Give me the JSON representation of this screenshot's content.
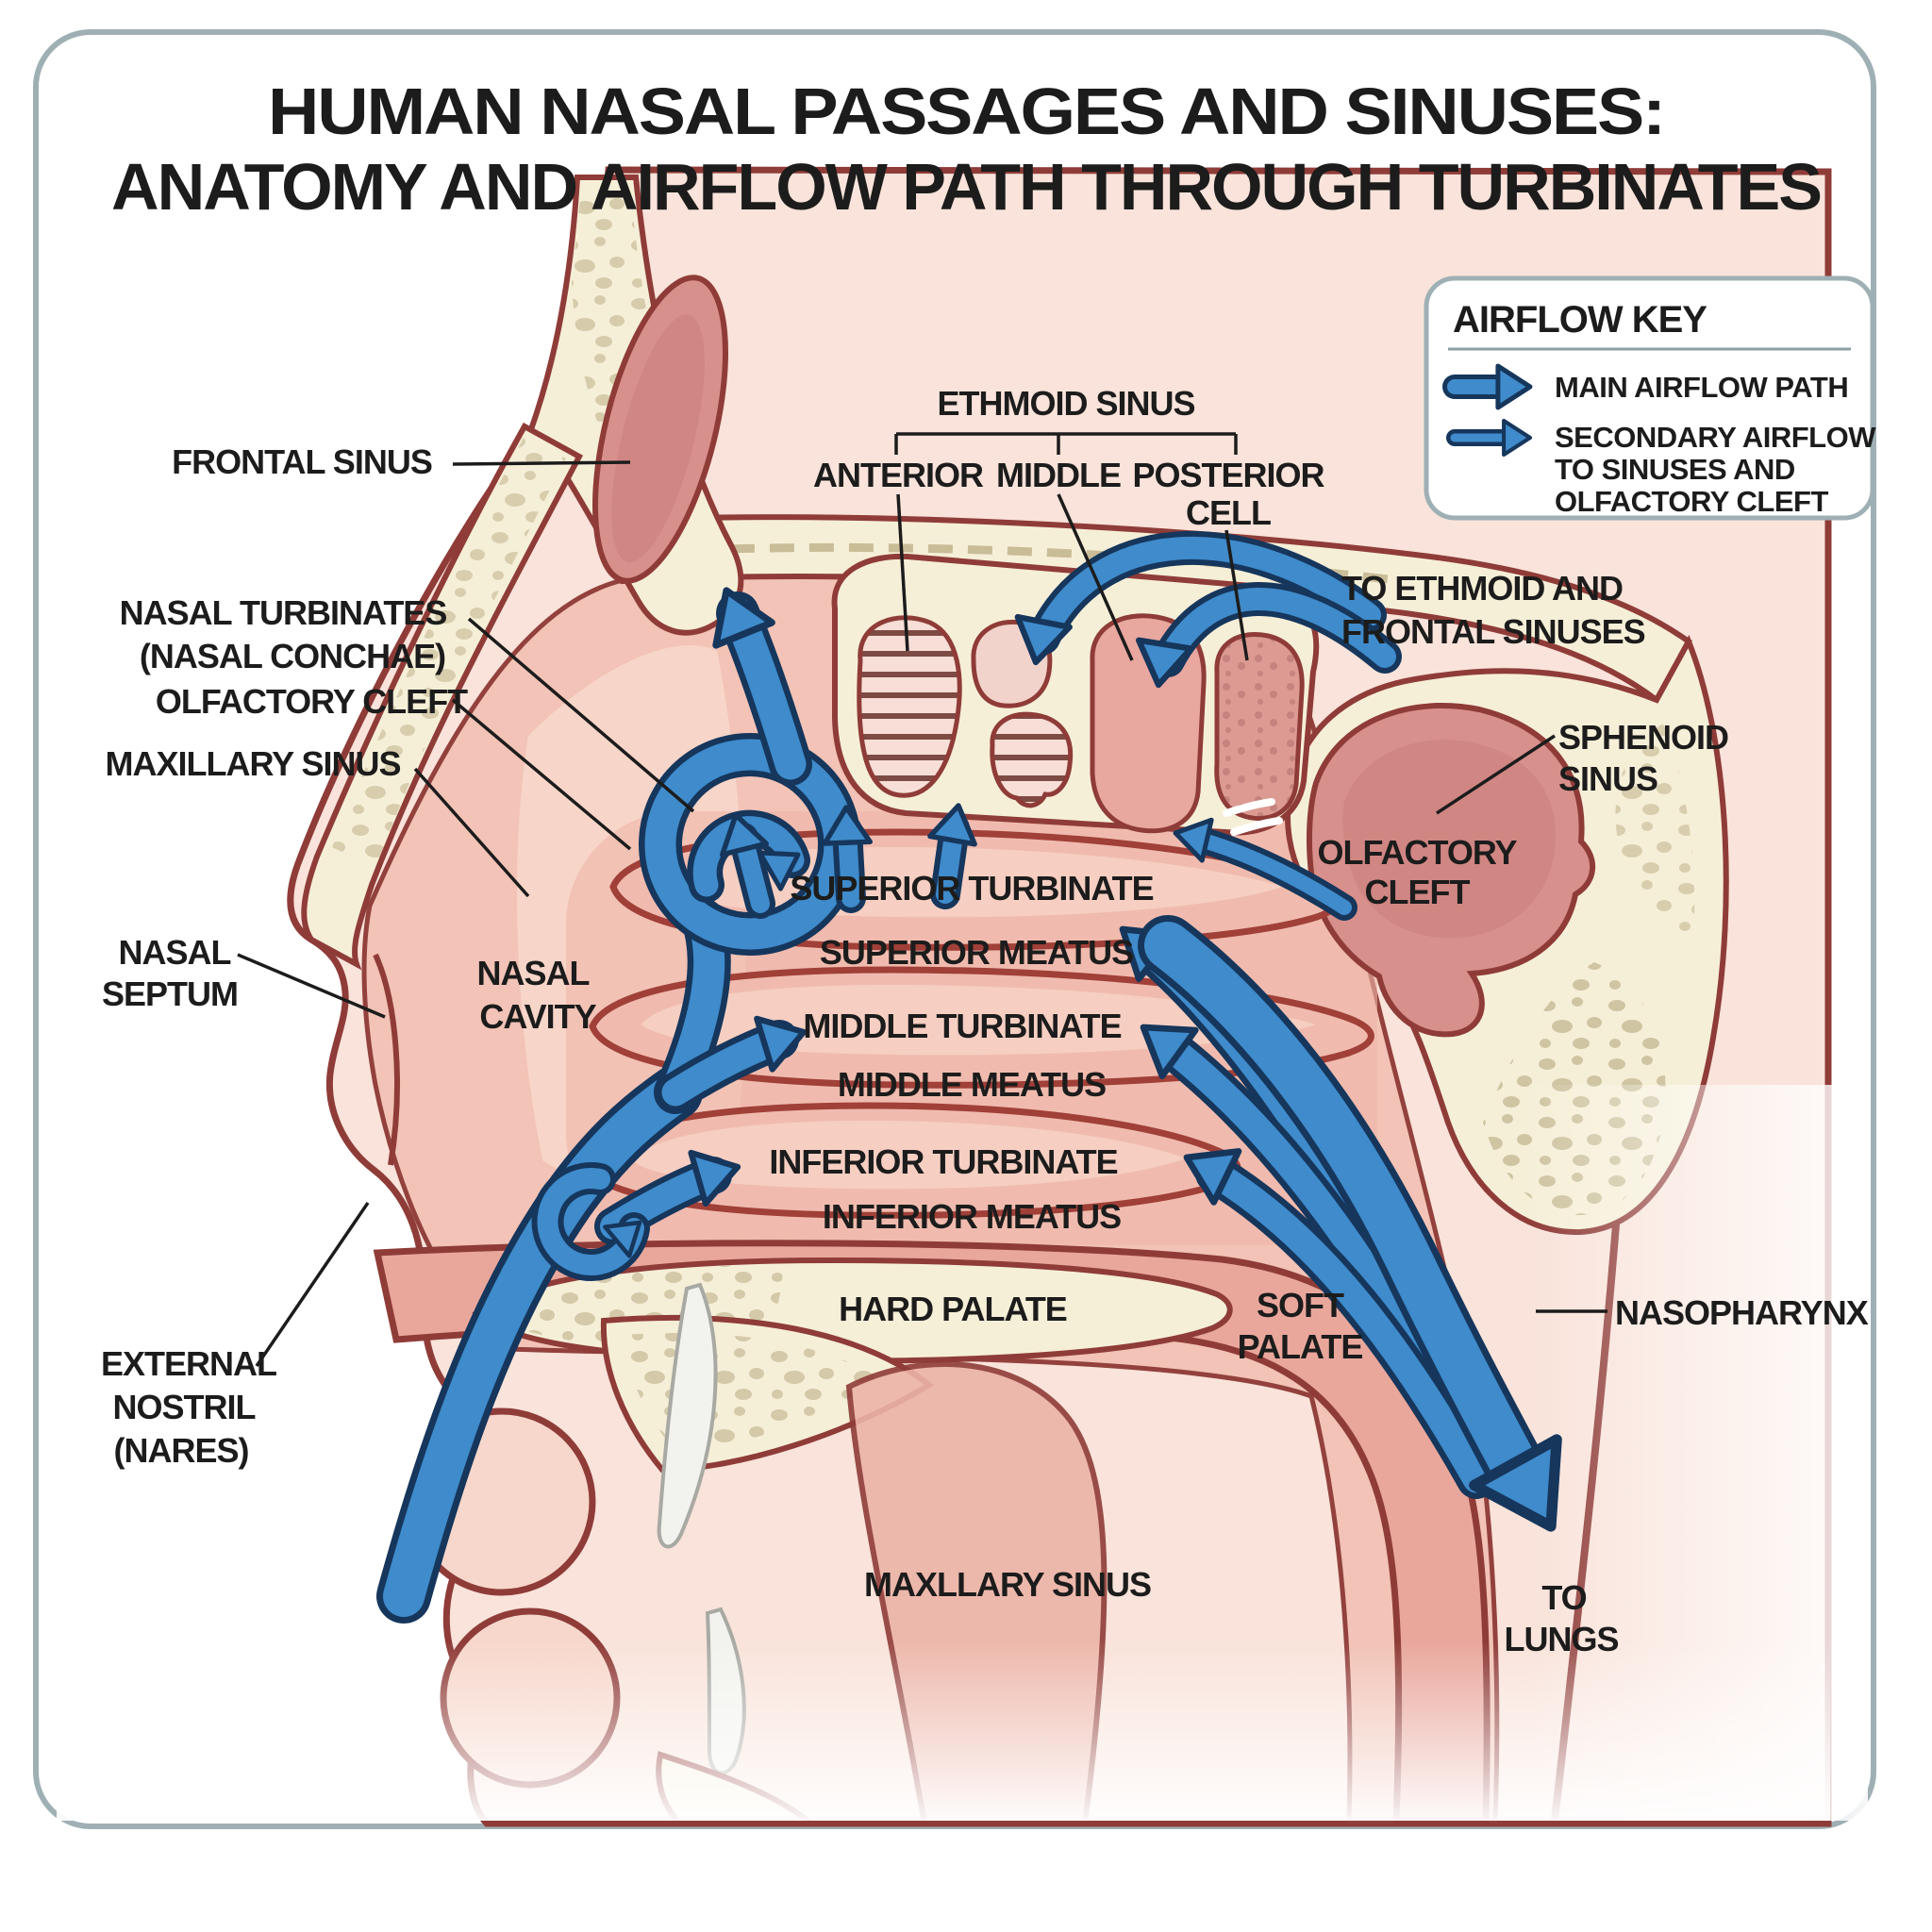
{
  "title": {
    "line1": "HUMAN NASAL PASSAGES AND SINUSES:",
    "line2": "ANATOMY AND AIRFLOW PATH THROUGH TURBINATES"
  },
  "key": {
    "title": "AIRFLOW KEY",
    "main": "MAIN AIRFLOW PATH",
    "secondary_1": "SECONDARY AIRFLOW",
    "secondary_2": "TO SINUSES AND",
    "secondary_3": "OLFACTORY CLEFT"
  },
  "labels": {
    "frontal_sinus": "FRONTAL SINUS",
    "nasal_turbinates_1": "NASAL TURBINATES",
    "nasal_turbinates_2": "(NASAL CONCHAE)",
    "olfactory_cleft_left": "OLFACTORY CLEFT",
    "maxillary_sinus": "MAXILLARY SINUS",
    "nasal_septum_1": "NASAL",
    "nasal_septum_2": "SEPTUM",
    "nasal_cavity_1": "NASAL",
    "nasal_cavity_2": "CAVITY",
    "external_nostril_1": "EXTERNAL",
    "external_nostril_2": "NOSTRIL",
    "external_nostril_3": "(NARES)",
    "ethmoid_sinus": "ETHMOID SINUS",
    "anterior": "ANTERIOR",
    "middle": "MIDDLE",
    "posterior": "POSTERIOR",
    "posterior_cell": "CELL",
    "superior_turbinate": "SUPERIOR TURBINATE",
    "superior_meatus": "SUPERIOR MEATUS",
    "middle_turbinate": "MIDDLE TURBINATE",
    "middle_meatus": "MIDDLE MEATUS",
    "inferior_turbinate": "INFERIOR TURBINATE",
    "inferior_meatus": "INFERIOR MEATUS",
    "hard_palate": "HARD PALATE",
    "soft_palate_1": "SOFT",
    "soft_palate_2": "PALATE",
    "maxllary_sinus": "MAXLLARY SINUS",
    "to_ethmoid_1": "TO ETHMOID AND",
    "to_ethmoid_2": "FRONTAL SINUSES",
    "sphenoid_1": "SPHENOID",
    "sphenoid_2": "SINUS",
    "olfactory_cleft_right_1": "OLFACTORY",
    "olfactory_cleft_right_2": "CLEFT",
    "nasopharynx": "NASOPHARYNX",
    "to_lungs_1": "TO",
    "to_lungs_2": "LUNGS"
  },
  "colors": {
    "arrow_blue": "#3f8bcb",
    "arrow_outline": "#16365c",
    "anatomy_outline_red": "#8f3c38",
    "bone_cream": "#f6efd8",
    "bone_speckle": "#cbc09c",
    "flesh_light": "#f9e3da",
    "cavity_pink": "#f2c3b6",
    "sinus_dark_pink": "#d8908c",
    "text": "#1c1c1c",
    "border_gray": "#9fb0b5"
  }
}
